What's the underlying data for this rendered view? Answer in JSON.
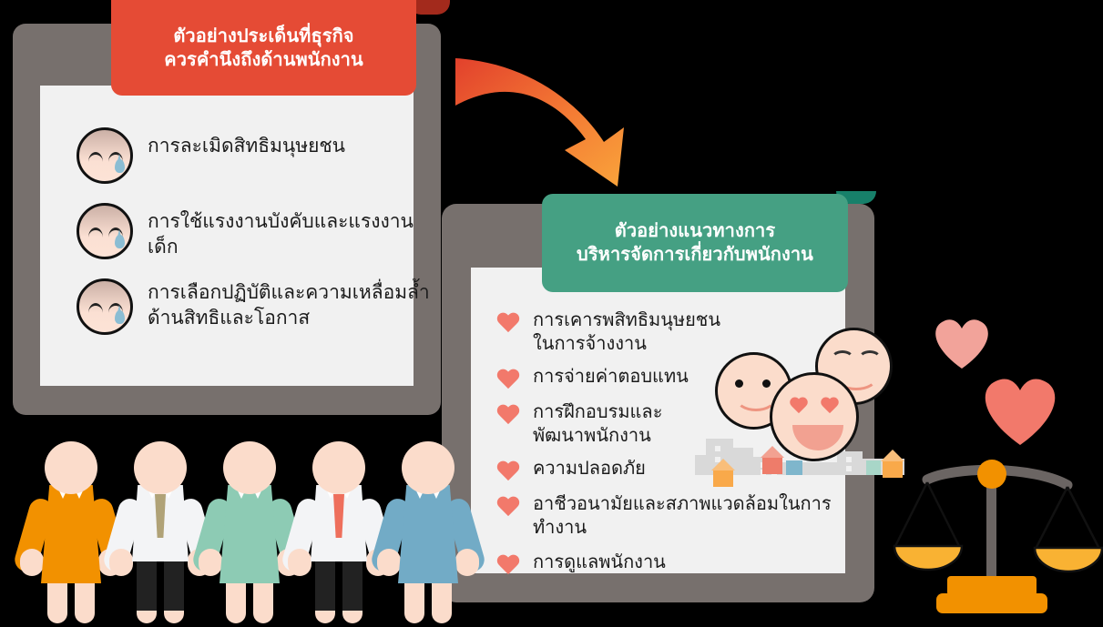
{
  "left_panel": {
    "header": {
      "line1": "ตัวอย่างประเด็นที่ธุรกิจ",
      "line2": "ควรคำนึงถึงด้านพนักงาน",
      "color": "#E54B35"
    },
    "icon": "sad-face-with-tear-icon",
    "items": [
      "การละเมิดสิทธิมนุษยชน",
      "การใช้แรงงานบังคับและแรงงานเด็ก",
      "การเลือกปฏิบัติและความเหลื่อมล้ำด้านสิทธิและโอกาส"
    ]
  },
  "right_panel": {
    "header": {
      "line1": "ตัวอย่างแนวทางการ",
      "line2": "บริหารจัดการเกี่ยวกับพนักงาน",
      "color": "#45A083"
    },
    "bullet_icon": "heart-icon",
    "items": [
      "การเคารพสิทธิมนุษยชน\nในการจ้างงาน",
      "การจ่ายค่าตอบแทน",
      "การฝึกอบรมและ\nพัฒนาพนักงาน",
      "ความปลอดภัย",
      "อาชีวอนามัยและสภาพแวดล้อมในการทำงาน",
      "การดูแลพนักงาน"
    ]
  },
  "decorations": {
    "arrow": "curved-arrow-icon",
    "smileys": [
      "smiley-dot-eyes-icon",
      "smiley-arc-eyes-icon",
      "smiley-heart-eyes-icon"
    ],
    "skyline": "city-skyline-icon",
    "balance_scale": "balance-scale-icon",
    "floating_hearts": [
      "heart-small-icon",
      "heart-large-icon"
    ],
    "people": [
      "person-orange-dress",
      "person-white-shirt-olive-tie",
      "person-green-dress",
      "person-white-shirt-red-tie",
      "person-blue-dress"
    ]
  },
  "colors": {
    "frame_gray": "#77706D",
    "paper": "#F1F1F1",
    "red": "#E54B35",
    "green": "#45A083",
    "heart": "#F2796B",
    "heart_light": "#F2A39A",
    "skin": "#FBDCCB",
    "orange": "#F29100",
    "teal": "#8DCBB4",
    "blue": "#72ABC6",
    "olive": "#B0A277",
    "scale_gold": "#F9B233",
    "scale_orange": "#F29100",
    "scale_gray": "#6B6563",
    "tear_blue": "#8BBDD3",
    "text": "#1b1b1b"
  }
}
